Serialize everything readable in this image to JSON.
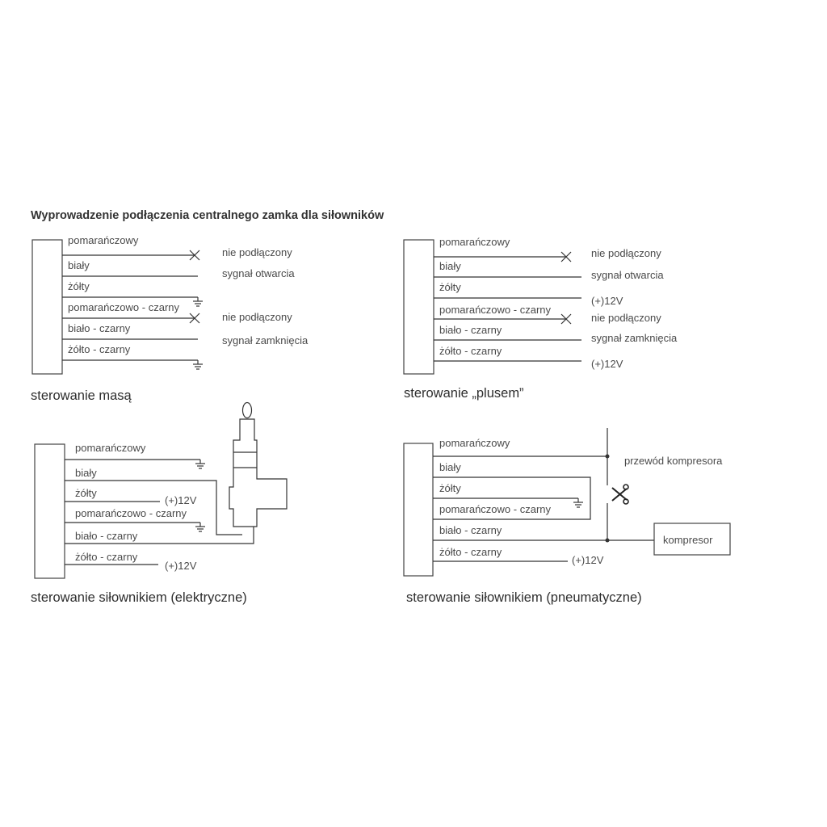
{
  "title": "Wyprowadzenie podłączenia centralnego zamka dla siłowników",
  "wires": [
    "pomarańczowy",
    "biały",
    "żółty",
    "pomarańczowo - czarny",
    "biało - czarny",
    "żółto - czarny"
  ],
  "panel_mass": {
    "caption": "sterowanie masą",
    "notes": [
      "nie podłączony",
      "sygnał otwarcia",
      "nie podłączony",
      "sygnał zamknięcia"
    ]
  },
  "panel_plus": {
    "caption": "sterowanie „plusem”",
    "notes": [
      "nie podłączony",
      "sygnał otwarcia",
      "(+)12V",
      "nie podłączony",
      "sygnał zamknięcia",
      "(+)12V"
    ]
  },
  "panel_electric": {
    "caption": "sterowanie siłownikiem (elektryczne)",
    "notes": [
      "(+)12V",
      "(+)12V"
    ]
  },
  "panel_pneumatic": {
    "caption": "sterowanie siłownikiem (pneumatyczne)",
    "compressor_wire": "przewód kompresora",
    "compressor": "kompresor",
    "note": "(+)12V"
  }
}
